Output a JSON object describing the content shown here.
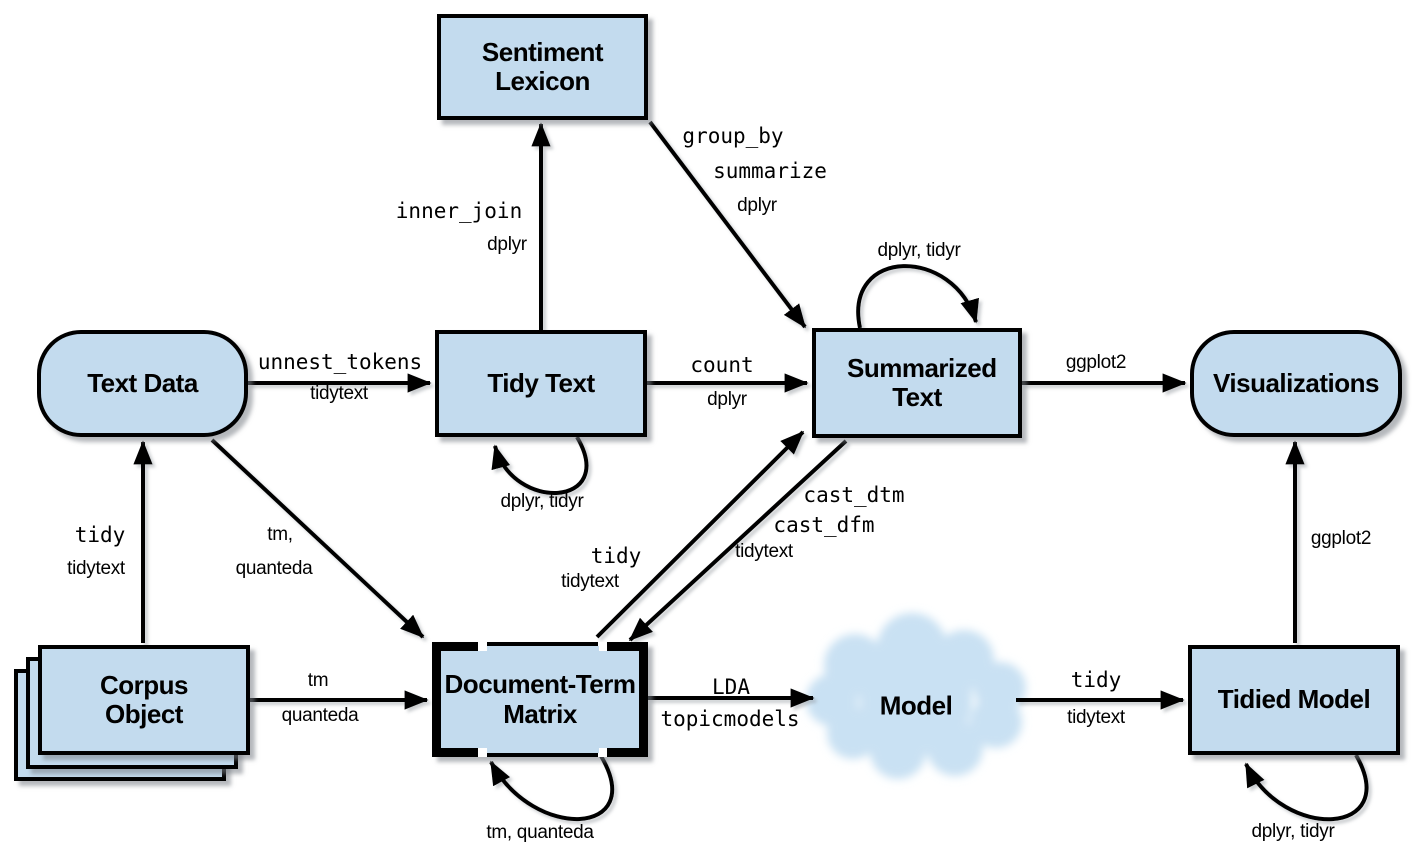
{
  "title": "tidytext workflow diagram",
  "colors": {
    "node_fill": "#c3dbee",
    "cloud_fill": "#c9e1f3",
    "border": "#000000",
    "background": "#ffffff",
    "shadow": "#8a9096",
    "text": "#000000"
  },
  "nodes": {
    "sentiment_lexicon": "Sentiment Lexicon",
    "text_data": "Text Data",
    "tidy_text": "Tidy Text",
    "summarized_text": "Summarized Text",
    "visualizations": "Visualizations",
    "corpus_object": "Corpus Object",
    "document_term_matrix": "Document-Term Matrix",
    "model": "Model",
    "tidied_model": "Tidied Model"
  },
  "edges": {
    "unnest_tokens": {
      "fn": "unnest_tokens",
      "pkg": "tidytext"
    },
    "inner_join": {
      "fn": "inner_join",
      "pkg": "dplyr"
    },
    "group_by_summarize": {
      "fn1": "group_by",
      "fn2": "summarize",
      "pkg": "dplyr"
    },
    "count": {
      "fn": "count",
      "pkg": "dplyr"
    },
    "tidy_text_loop": {
      "pkg": "dplyr, tidyr"
    },
    "summarized_text_loop": {
      "pkg": "dplyr, tidyr"
    },
    "ggplot2_summarized": {
      "pkg": "ggplot2"
    },
    "tidy_corpus": {
      "fn": "tidy",
      "pkg": "tidytext"
    },
    "tm_quanteda_textdata": {
      "pkg1": "tm,",
      "pkg2": "quanteda"
    },
    "tm_quanteda_corpus": {
      "pkg1": "tm",
      "pkg2": "quanteda"
    },
    "tidy_dtm": {
      "fn": "tidy",
      "pkg": "tidytext"
    },
    "cast": {
      "fn1": "cast_dtm",
      "fn2": "cast_dfm",
      "pkg": "tidytext"
    },
    "dtm_loop": {
      "pkg": "tm, quanteda"
    },
    "lda": {
      "fn": "LDA",
      "pkg": "topicmodels"
    },
    "tidy_model": {
      "fn": "tidy",
      "pkg": "tidytext"
    },
    "ggplot2_tidied": {
      "pkg": "ggplot2"
    },
    "tidied_model_loop": {
      "pkg": "dplyr, tidyr"
    }
  }
}
